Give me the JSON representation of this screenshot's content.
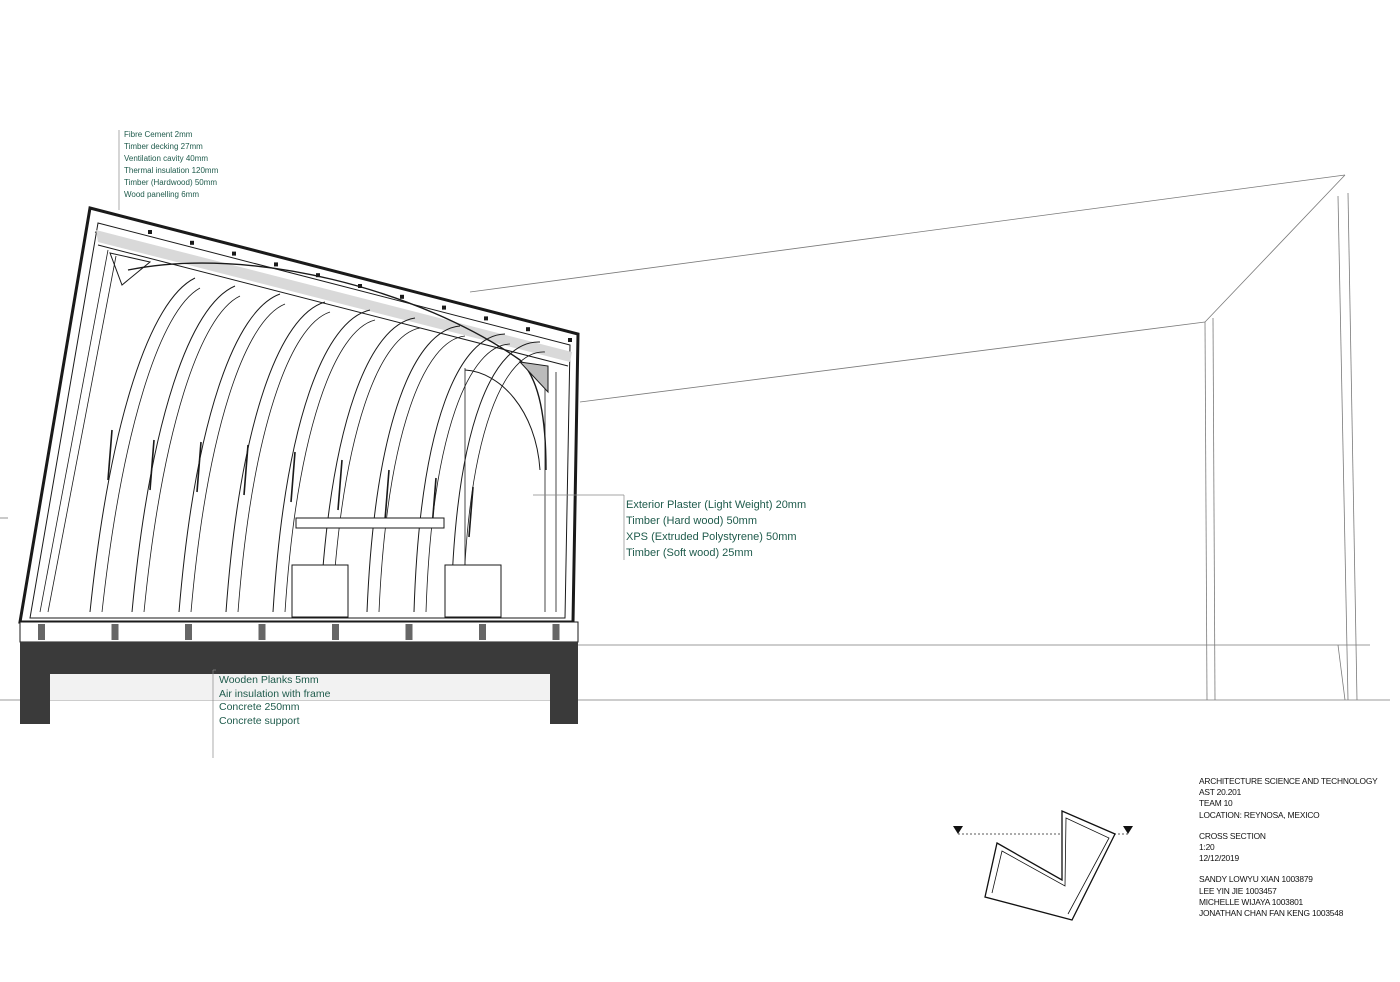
{
  "annotations": {
    "roof": [
      "Fibre Cement 2mm",
      "Timber decking 27mm",
      "Ventilation cavity 40mm",
      "Thermal insulation 120mm",
      "Timber (Hardwood) 50mm",
      "Wood panelling 6mm"
    ],
    "wall": [
      "Exterior Plaster (Light Weight) 20mm",
      "Timber (Hard wood) 50mm",
      "XPS (Extruded Polystyrene) 50mm",
      "Timber (Soft wood) 25mm"
    ],
    "floor": [
      "Wooden Planks 5mm",
      "Air insulation with frame",
      "Concrete 250mm",
      "Concrete support"
    ]
  },
  "title_block": {
    "course": "ARCHITECTURE SCIENCE AND TECHNOLOGY",
    "code": "AST 20.201",
    "team": "TEAM 10",
    "location": "LOCATION: REYNOSA, MEXICO",
    "drawing": "CROSS SECTION",
    "scale": "1:20",
    "date": "12/12/2019",
    "members": [
      "SANDY LOWYU XIAN 1003879",
      "LEE YIN JIE 1003457",
      "MICHELLE WIJAYA 1003801",
      "JONATHAN CHAN FAN KENG 1003548"
    ]
  },
  "colors": {
    "annotation_text": "#1f5b4c",
    "line": "#1a1a1a",
    "concrete": "#3a3a3a"
  }
}
